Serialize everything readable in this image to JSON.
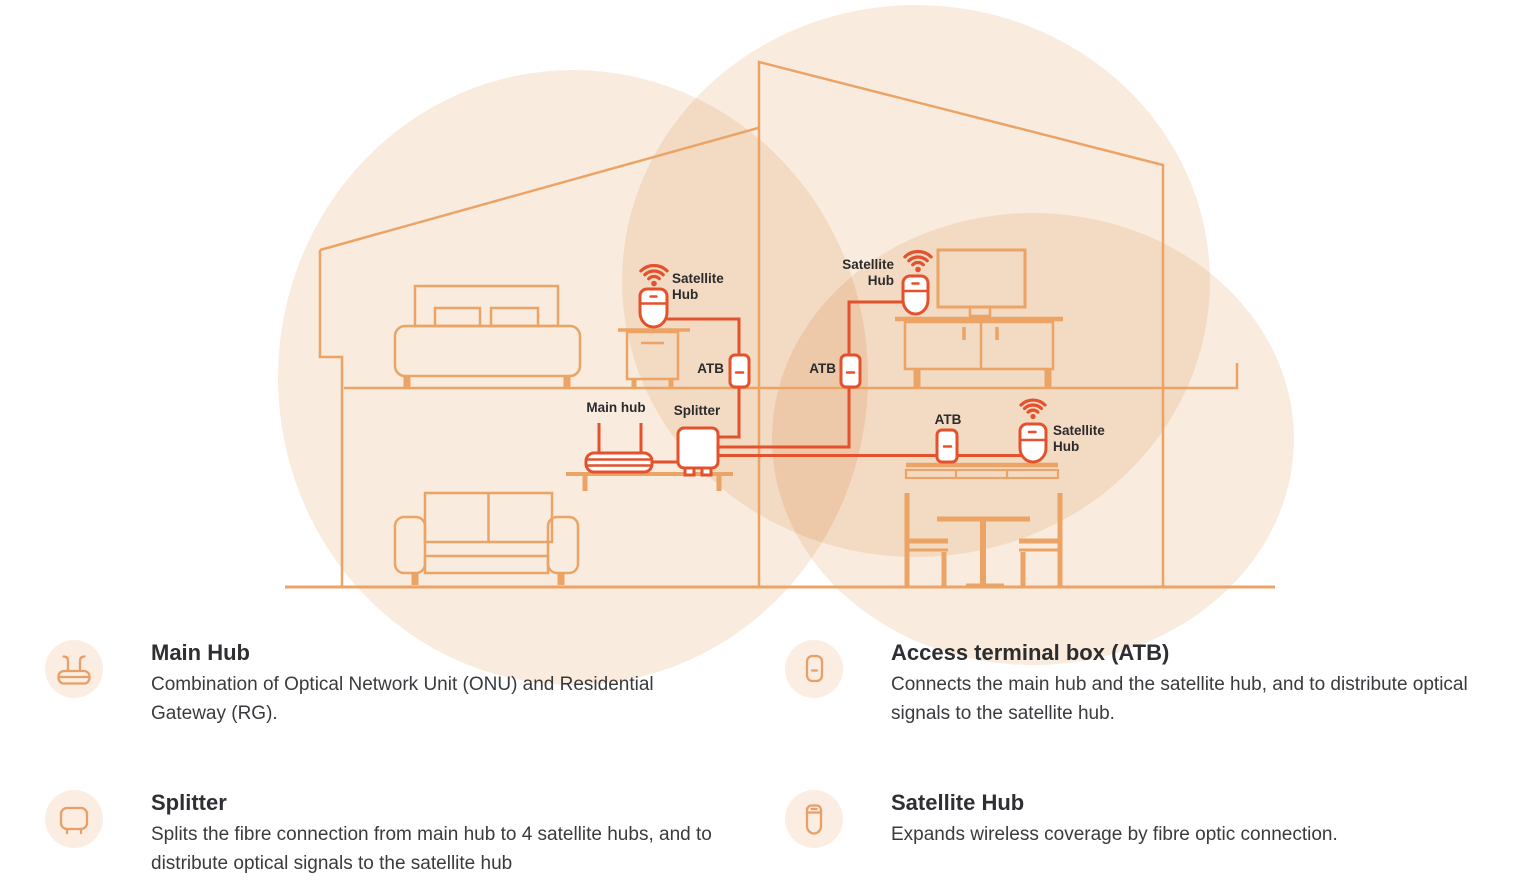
{
  "colors": {
    "accent": "#e4512d",
    "line": "#eba466",
    "blob": "#f9ecdf",
    "iconbg": "#fbede2",
    "licon": "#e89f68",
    "ink": "#2b2b2b"
  },
  "diagram": {
    "labels": {
      "satellite_hub": "Satellite Hub",
      "atb": "ATB",
      "main_hub": "Main hub",
      "splitter": "Splitter"
    }
  },
  "legend": {
    "items": [
      {
        "icon": "main-hub-router-icon",
        "title": "Main Hub",
        "description": "Combination of Optical Network Unit (ONU) and Residential Gateway (RG)."
      },
      {
        "icon": "atb-box-icon",
        "title": "Access terminal box (ATB)",
        "description": "Connects the main hub and the satellite hub, and to distribute optical signals to the satellite hub."
      },
      {
        "icon": "splitter-icon",
        "title": "Splitter",
        "description": "Splits the fibre connection from main hub to 4 satellite hubs, and to distribute optical signals to the satellite hub"
      },
      {
        "icon": "satellite-hub-icon",
        "title": "Satellite Hub",
        "description": "Expands wireless coverage by fibre optic connection."
      }
    ]
  }
}
